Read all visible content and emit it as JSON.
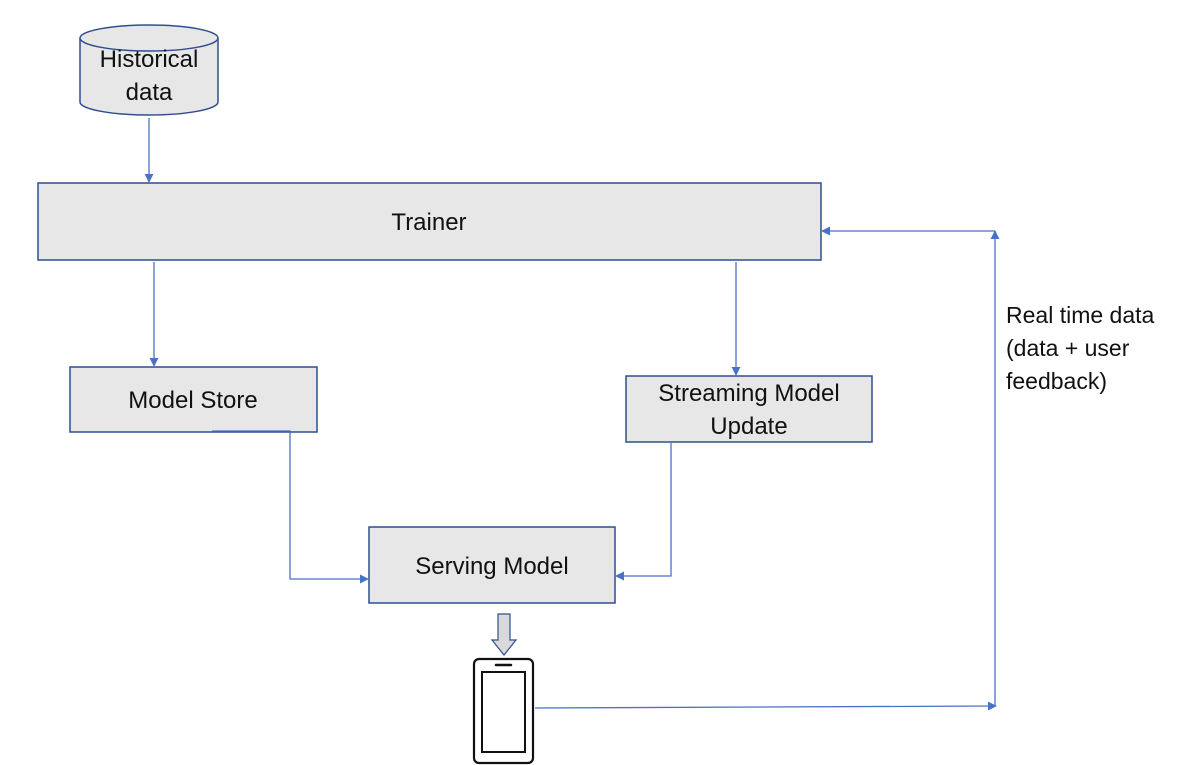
{
  "nodes": {
    "historical": {
      "line1": "Historical",
      "line2": "data"
    },
    "trainer": {
      "label": "Trainer"
    },
    "model_store": {
      "label": "Model Store"
    },
    "streaming": {
      "line1": "Streaming Model",
      "line2": "Update"
    },
    "serving": {
      "label": "Serving Model"
    }
  },
  "feedback": {
    "line1": "Real time data",
    "line2": "(data + user",
    "line3": "feedback)"
  },
  "colors": {
    "box_fill": "#e7e7e7",
    "box_stroke": "#2f4f8f",
    "arrow": "#4a72c4",
    "text": "#111111"
  },
  "icons": {
    "device": "smartphone-icon",
    "output_arrow": "down-arrow-icon"
  }
}
